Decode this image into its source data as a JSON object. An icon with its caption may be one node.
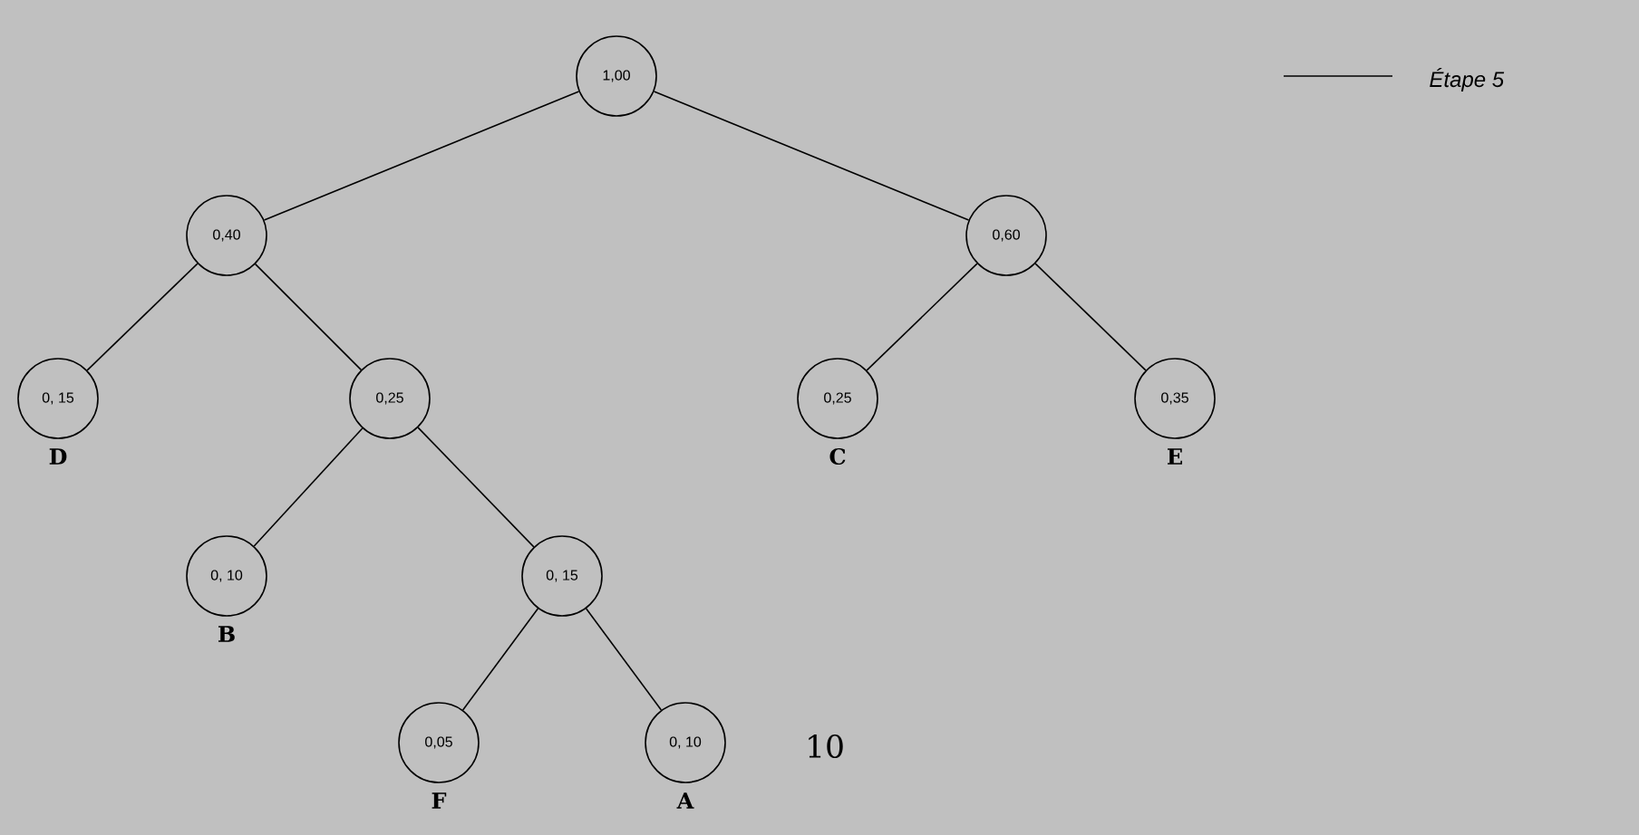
{
  "diagram": {
    "nodes": [
      {
        "text": [
          "1,00"
        ]
      },
      {
        "text": [
          "0,40"
        ]
      },
      {
        "text": [
          "0,60"
        ]
      },
      {
        "text": [
          "0, 15"
        ],
        "beside": [
          "D"
        ]
      },
      {
        "text": [
          "0,25"
        ]
      },
      {
        "text": [
          "0,25"
        ],
        "beside": [
          "C"
        ]
      },
      {
        "text": [
          "0,35"
        ],
        "beside": [
          "E"
        ]
      },
      {
        "text": [
          "0, 10"
        ],
        "beside": [
          "B"
        ]
      },
      {
        "text": [
          "0, 15"
        ]
      },
      {
        "text": [
          "0,05"
        ],
        "beside": [
          "F"
        ]
      },
      {
        "text": [
          "0, 10"
        ],
        "beside": [
          "A"
        ]
      }
    ],
    "edges": [
      {
        "from": 0,
        "to": 1,
        "arrow": "none"
      },
      {
        "from": 0,
        "to": 2,
        "arrow": "none"
      },
      {
        "from": 1,
        "to": 3,
        "arrow": "none"
      },
      {
        "from": 1,
        "to": 4,
        "arrow": "none"
      },
      {
        "from": 2,
        "to": 5,
        "arrow": "none"
      },
      {
        "from": 2,
        "to": 6,
        "arrow": "none"
      },
      {
        "from": 4,
        "to": 7,
        "arrow": "none"
      },
      {
        "from": 4,
        "to": 8,
        "arrow": "none"
      },
      {
        "from": 8,
        "to": 9,
        "arrow": "none"
      },
      {
        "from": 8,
        "to": 10,
        "arrow": "none"
      }
    ],
    "labels": [
      "10"
    ],
    "legend": [
      {
        "text": "Étape 5"
      }
    ]
  }
}
